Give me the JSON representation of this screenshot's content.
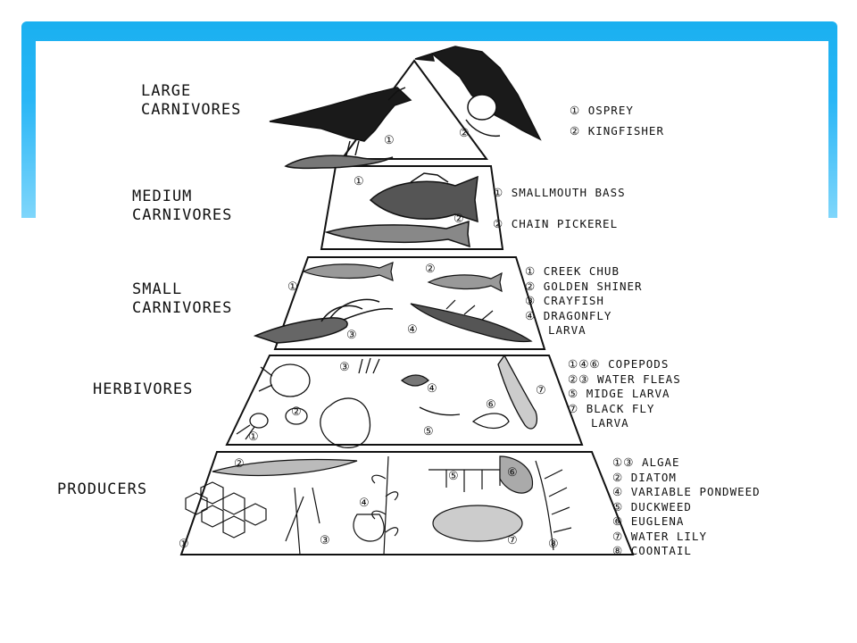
{
  "colors": {
    "banner": "#29b6f6",
    "ink": "#111111",
    "background": "#ffffff"
  },
  "levels": [
    {
      "id": "large-carnivores",
      "label_lines": [
        "LARGE",
        "CARNIVORES"
      ],
      "legend": [
        "① OSPREY",
        "② KINGFISHER"
      ]
    },
    {
      "id": "medium-carnivores",
      "label_lines": [
        "MEDIUM",
        "CARNIVORES"
      ],
      "legend": [
        "① SMALLMOUTH BASS",
        "② CHAIN PICKEREL"
      ]
    },
    {
      "id": "small-carnivores",
      "label_lines": [
        "SMALL",
        "CARNIVORES"
      ],
      "legend": [
        "① CREEK CHUB",
        "② GOLDEN SHINER",
        "③ CRAYFISH",
        "④ DRAGONFLY",
        "LARVA"
      ]
    },
    {
      "id": "herbivores",
      "label_lines": [
        "HERBIVORES"
      ],
      "legend": [
        "①④⑥ COPEPODS",
        "②③ WATER FLEAS",
        "⑤ MIDGE LARVA",
        "⑦ BLACK FLY",
        "LARVA"
      ]
    },
    {
      "id": "producers",
      "label_lines": [
        "PRODUCERS"
      ],
      "legend": [
        "①③ ALGAE",
        "② DIATOM",
        "④ VARIABLE PONDWEED",
        "⑤ DUCKWEED",
        "⑥ EUGLENA",
        "⑦ WATER LILY",
        "⑧ COONTAIL"
      ]
    }
  ],
  "organism_numbers": {
    "large": [
      "①",
      "②"
    ],
    "medium": [
      "①",
      "②"
    ],
    "small": [
      "①",
      "②",
      "③",
      "④"
    ],
    "herbivores": [
      "①",
      "②",
      "③",
      "④",
      "⑤",
      "⑥",
      "⑦"
    ],
    "producers": [
      "①",
      "②",
      "③",
      "④",
      "⑤",
      "⑥",
      "⑦",
      "⑧"
    ]
  }
}
